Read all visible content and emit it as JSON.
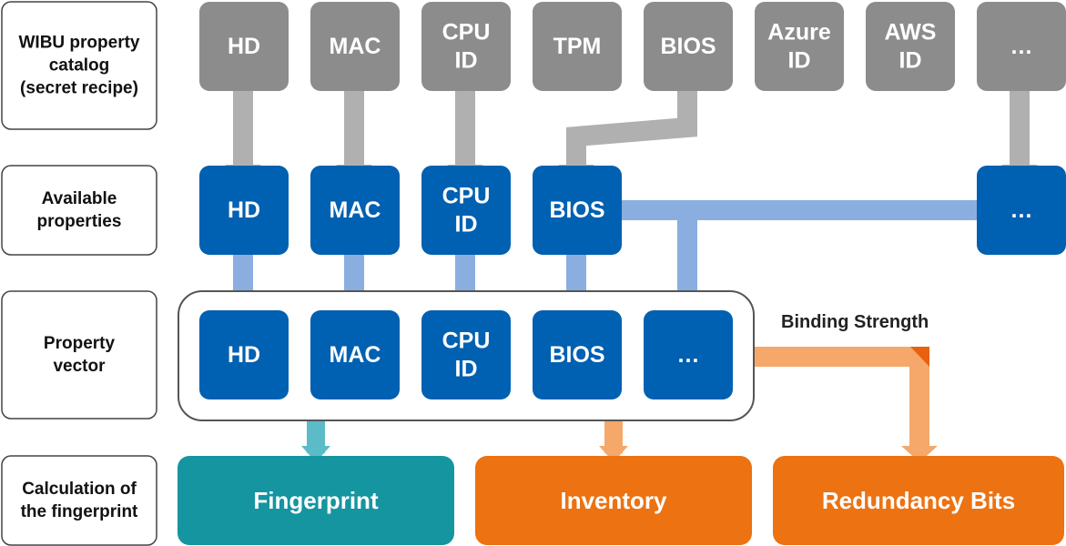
{
  "row_labels": {
    "catalog": [
      "WIBU property",
      "catalog",
      "(secret recipe)"
    ],
    "available": [
      "Available",
      "properties"
    ],
    "vector": [
      "Property",
      "vector"
    ],
    "calc": [
      "Calculation of",
      "the fingerprint"
    ]
  },
  "catalog_items": [
    [
      "HD"
    ],
    [
      "MAC"
    ],
    [
      "CPU",
      "ID"
    ],
    [
      "TPM"
    ],
    [
      "BIOS"
    ],
    [
      "Azure",
      "ID"
    ],
    [
      "AWS",
      "ID"
    ],
    [
      "…"
    ]
  ],
  "available_items": [
    [
      "HD"
    ],
    [
      "MAC"
    ],
    [
      "CPU",
      "ID"
    ],
    [
      "BIOS"
    ],
    [
      "…"
    ]
  ],
  "vector_items": [
    [
      "HD"
    ],
    [
      "MAC"
    ],
    [
      "CPU",
      "ID"
    ],
    [
      "BIOS"
    ],
    [
      "…"
    ]
  ],
  "binding_strength_label": "Binding Strength",
  "outputs": {
    "fingerprint": "Fingerprint",
    "inventory": "Inventory",
    "redundancy": "Redundancy Bits"
  },
  "colors": {
    "catalog_box": "#8c8c8c",
    "property_box": "#0060b1",
    "gray_arrow": "#b0b0b0",
    "blue_connector": "#8aaedf",
    "teal_connector": "#5bbcc8",
    "orange_connector": "#f5a86a",
    "fingerprint": "#1595a0",
    "inventory": "#ec7212",
    "redundancy": "#ec7212",
    "label_border": "#444444"
  }
}
